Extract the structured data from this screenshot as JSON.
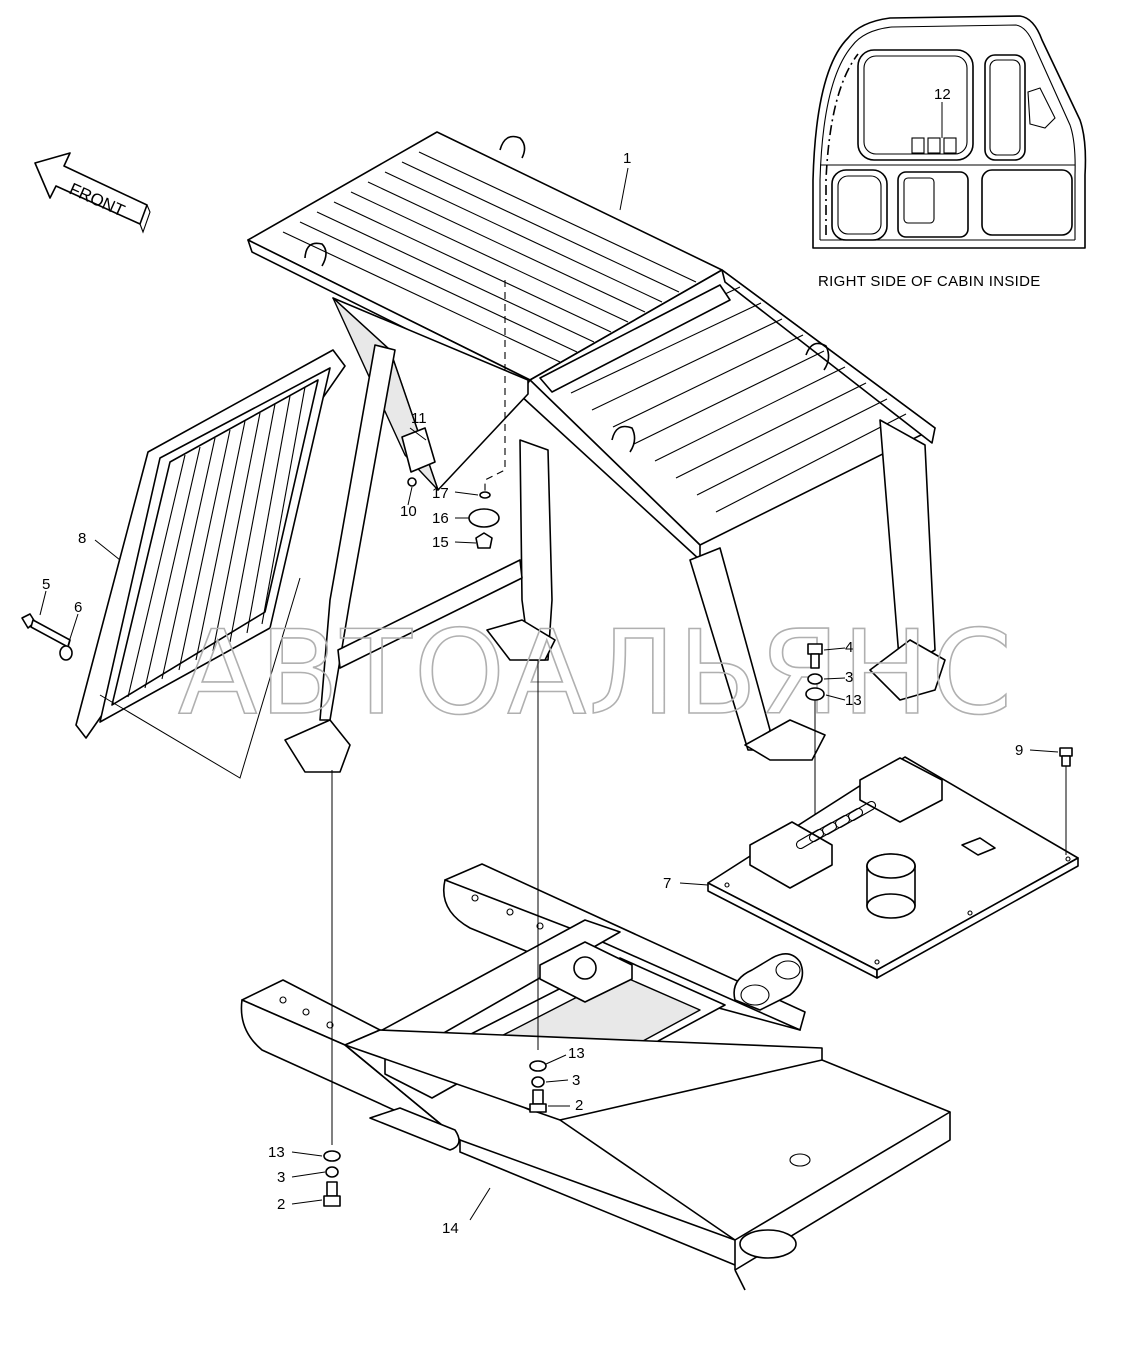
{
  "front_arrow": {
    "label": "FRONT"
  },
  "inset": {
    "caption": "RIGHT SIDE OF CABIN INSIDE"
  },
  "watermark": {
    "text": "АВТОАЛЬЯНС"
  },
  "callouts": {
    "c1": "1",
    "c12": "12",
    "c11": "11",
    "c17": "17",
    "c10": "10",
    "c16": "16",
    "c15": "15",
    "c8": "8",
    "c5": "5",
    "c6": "6",
    "c4": "4",
    "c3a": "3",
    "c13a": "13",
    "c9": "9",
    "c7": "7",
    "c13b": "13",
    "c3b": "3",
    "c2b": "2",
    "c13c": "13",
    "c3c": "3",
    "c2c": "2",
    "c14": "14"
  }
}
